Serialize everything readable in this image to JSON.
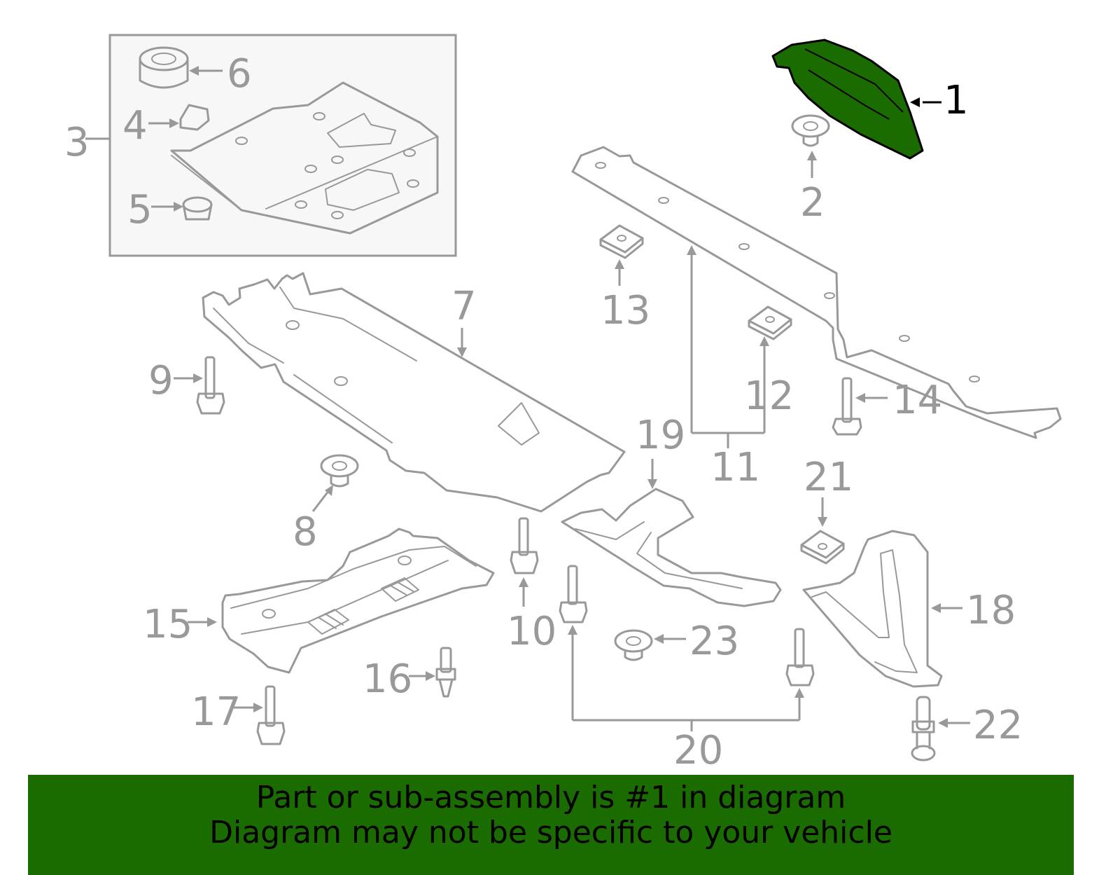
{
  "diagram": {
    "highlight_color": "#1a6b00",
    "callouts": [
      "1",
      "2",
      "3",
      "4",
      "5",
      "6",
      "7",
      "8",
      "9",
      "10",
      "11",
      "12",
      "13",
      "14",
      "15",
      "16",
      "17",
      "18",
      "19",
      "20",
      "21",
      "22",
      "23"
    ],
    "highlighted_part": "1"
  },
  "banner": {
    "line1": "Part or sub-assembly is #1 in diagram",
    "line2": "Diagram may not be specific to your vehicle"
  }
}
